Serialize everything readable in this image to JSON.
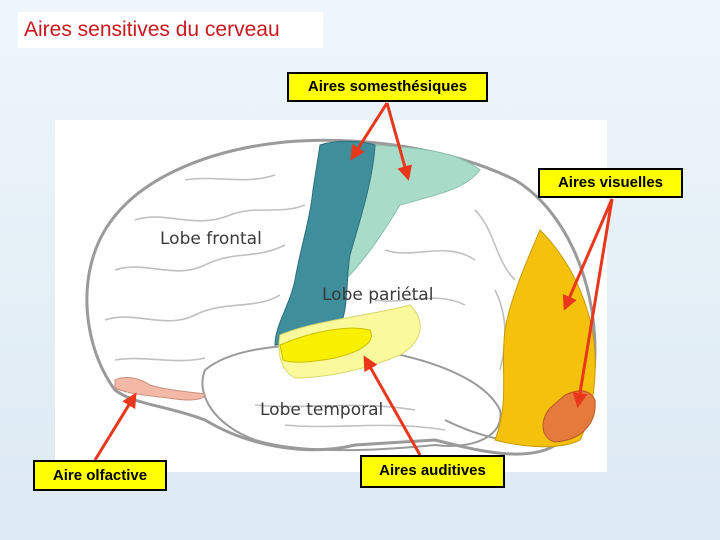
{
  "title": "Aires sensitives du cerveau",
  "lobes": {
    "frontal": "Lobe frontal",
    "parietal": "Lobe pariétal",
    "temporal": "Lobe temporal"
  },
  "callouts": {
    "somesthesiques": "Aires somesthésiques",
    "visuelles": "Aires visuelles",
    "olfactive": "Aire olfactive",
    "auditives": "Aires auditives"
  },
  "colors": {
    "title_text": "#c8181e",
    "callout_fill": "#ffff00",
    "arrow": "#e8371a",
    "somatomotor_area": "#3f8e9c",
    "somatosensory_area": "#a8dcc8",
    "visual_area": "#f4c20c",
    "visual_primary": "#e57a3c",
    "auditory_primary": "#f8f000",
    "auditory_secondary": "#fafa9c",
    "olfactory": "#f4b9a6"
  }
}
